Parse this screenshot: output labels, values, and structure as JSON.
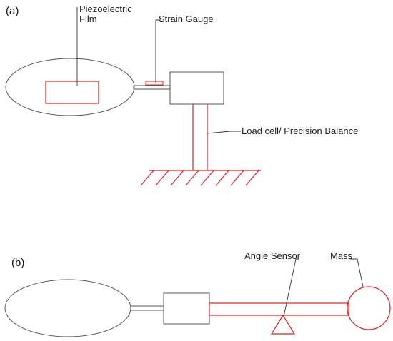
{
  "panels": {
    "a": {
      "label": "(a)",
      "labels": {
        "piezo_line1": "Piezoelectric",
        "piezo_line2": "Film",
        "strain_gauge": "Strain Gauge",
        "load_cell": "Load cell/ Precision Balance"
      }
    },
    "b": {
      "label": "(b)",
      "labels": {
        "angle_sensor": "Angle Sensor",
        "mass": "Mass"
      }
    }
  },
  "colors": {
    "outline": "#555555",
    "highlight": "#e02020",
    "leader": "#333333"
  }
}
